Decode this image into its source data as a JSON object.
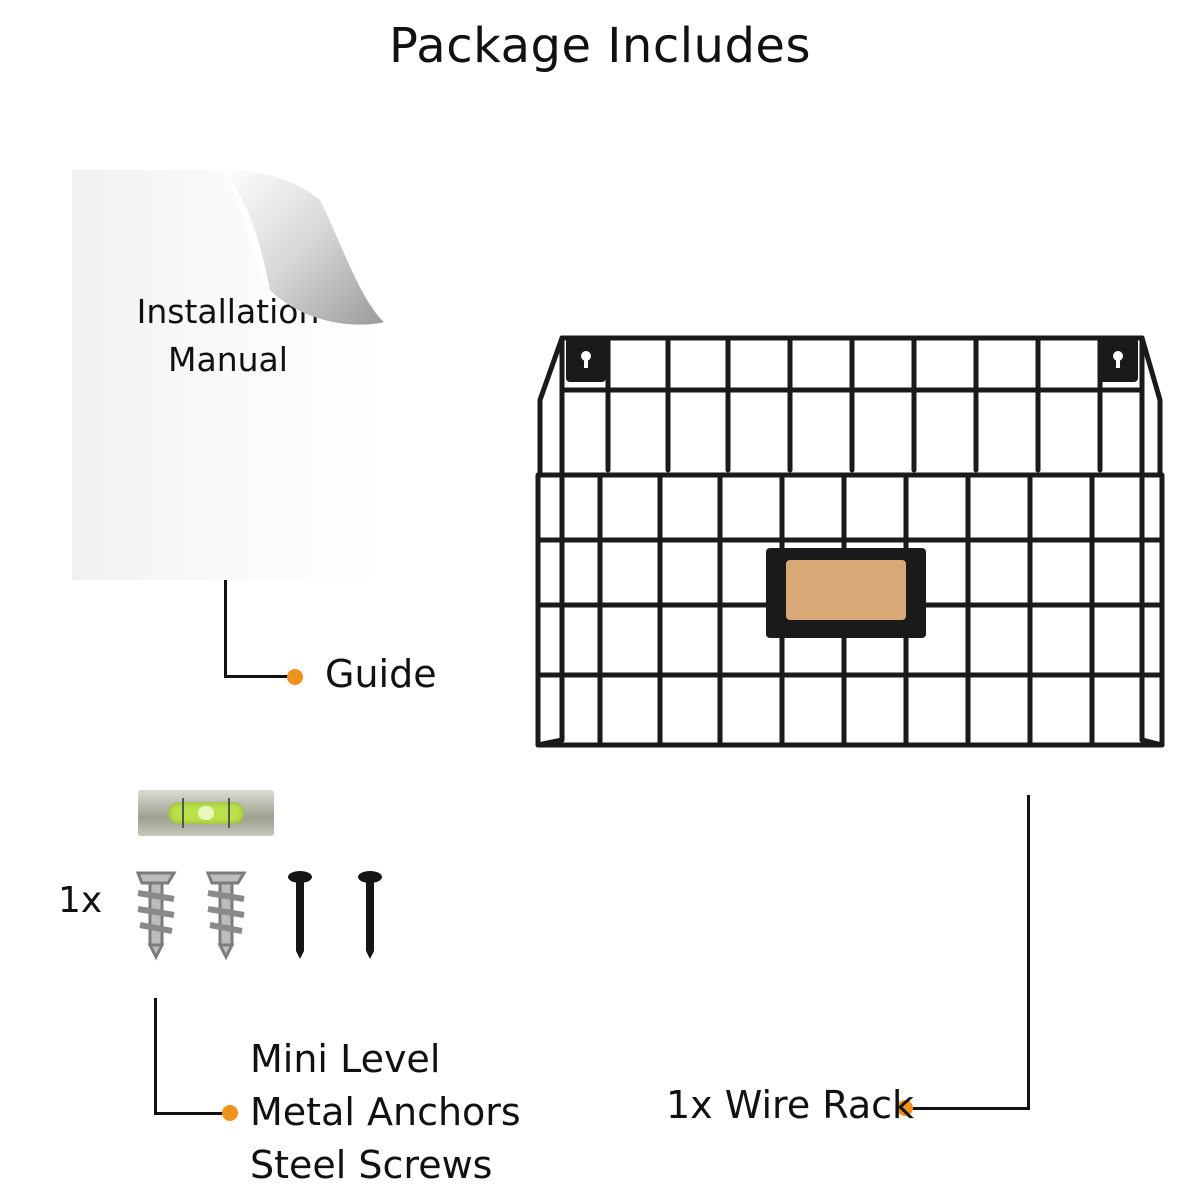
{
  "title": "Package Includes",
  "manual": {
    "line1": "Installation",
    "line2": "Manual"
  },
  "labels": {
    "guide": "Guide",
    "wire_rack": "1x Wire Rack",
    "screws_qty": "1x",
    "mini_level": "Mini Level",
    "metal_anchors": "Metal Anchors",
    "steel_screws": "Steel Screws"
  },
  "colors": {
    "accent_dot": "#f0931e",
    "wire": "#1a1a1a",
    "cork": "#d9a877",
    "level_liquid": "#b9e14a"
  },
  "icons": [
    "manual-page-icon",
    "wire-rack-image",
    "mini-level-icon",
    "metal-anchor-icon",
    "steel-screw-icon"
  ]
}
